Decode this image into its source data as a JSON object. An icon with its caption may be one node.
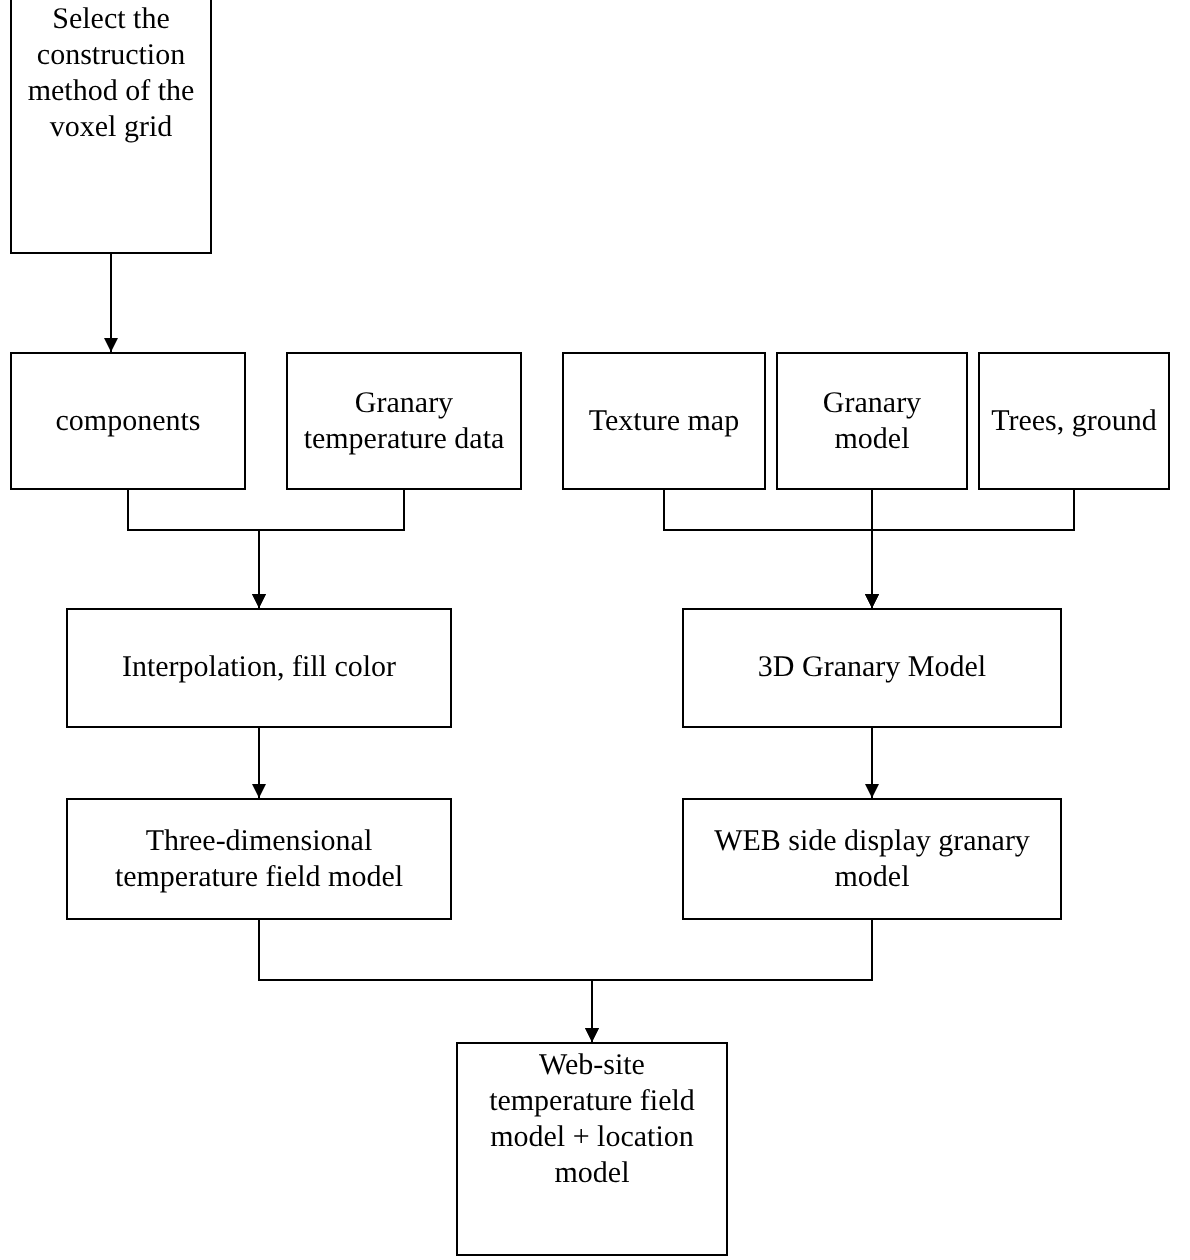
{
  "diagram": {
    "nodes": [
      {
        "text": [
          "Select the construction method of the voxel grid"
        ]
      },
      {
        "text": [
          "components"
        ]
      },
      {
        "text": [
          "Granary temperature data"
        ]
      },
      {
        "text": [
          "Texture map"
        ]
      },
      {
        "text": [
          "Granary model"
        ]
      },
      {
        "text": [
          "Trees, ground"
        ]
      },
      {
        "text": [
          "Interpolation, fill color"
        ]
      },
      {
        "text": [
          "3D Granary Model"
        ]
      },
      {
        "text": [
          "Three-dimensional temperature field model"
        ]
      },
      {
        "text": [
          "WEB side display granary model"
        ]
      },
      {
        "text": [
          "Web-site temperature field model + location model"
        ]
      }
    ],
    "edges": [
      {
        "from": 0,
        "to": 1,
        "arrow": "to"
      },
      {
        "from": 1,
        "to": 6,
        "arrow": "to"
      },
      {
        "from": 2,
        "to": 6,
        "arrow": "to"
      },
      {
        "from": 3,
        "to": 7,
        "arrow": "to"
      },
      {
        "from": 4,
        "to": 7,
        "arrow": "to"
      },
      {
        "from": 5,
        "to": 7,
        "arrow": "to"
      },
      {
        "from": 6,
        "to": 8,
        "arrow": "to"
      },
      {
        "from": 7,
        "to": 9,
        "arrow": "to"
      },
      {
        "from": 8,
        "to": 10,
        "arrow": "to"
      },
      {
        "from": 9,
        "to": 10,
        "arrow": "to"
      }
    ]
  }
}
